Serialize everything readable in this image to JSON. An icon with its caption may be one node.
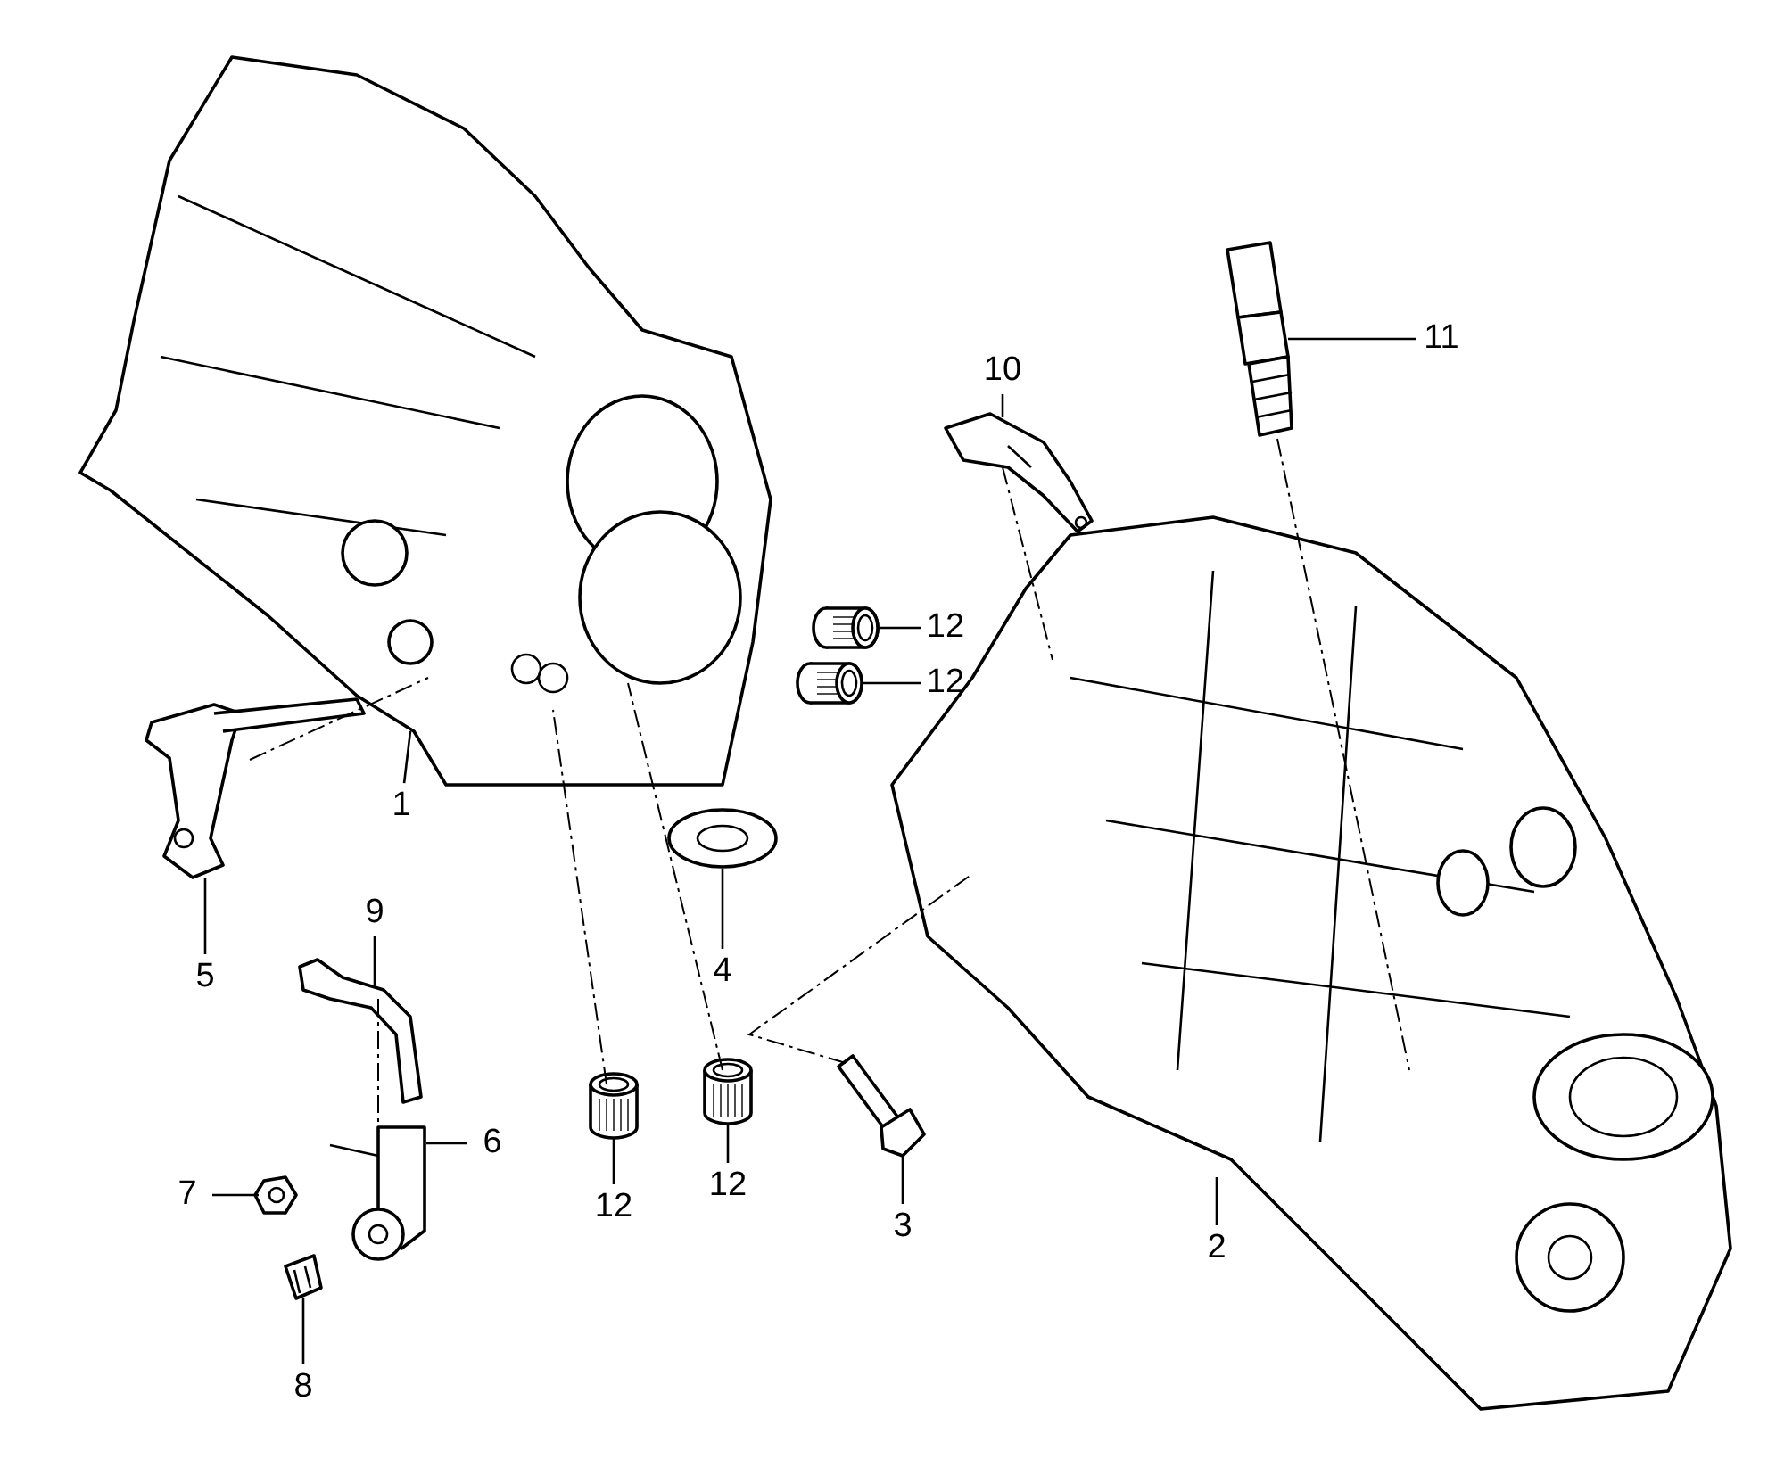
{
  "diagram": {
    "nodes": [
      {
        "text": [
          "10"
        ]
      },
      {
        "text": [
          "11"
        ]
      },
      {
        "text": [
          "12"
        ]
      },
      {
        "text": [
          "12"
        ]
      },
      {
        "text": [
          "1"
        ]
      },
      {
        "text": [
          "4"
        ]
      },
      {
        "text": [
          "5"
        ]
      },
      {
        "text": [
          "9"
        ]
      },
      {
        "text": [
          "12"
        ]
      },
      {
        "text": [
          "12"
        ]
      },
      {
        "text": [
          "6"
        ]
      },
      {
        "text": [
          "7"
        ]
      },
      {
        "text": [
          "3"
        ]
      },
      {
        "text": [
          "2"
        ]
      },
      {
        "text": [
          "8"
        ]
      },
      {
        "text": [],
        "shape": "picture"
      },
      {
        "text": [],
        "shape": "picture"
      },
      {
        "text": [],
        "shape": "picture"
      },
      {
        "text": [],
        "shape": "picture"
      },
      {
        "text": [],
        "shape": "picture"
      },
      {
        "text": [],
        "shape": "picture"
      },
      {
        "text": [],
        "shape": "picture"
      },
      {
        "text": [],
        "shape": "picture"
      },
      {
        "text": [],
        "shape": "picture"
      },
      {
        "text": [],
        "shape": "picture"
      },
      {
        "text": [],
        "shape": "picture"
      },
      {
        "text": [],
        "shape": "picture"
      },
      {
        "text": [],
        "shape": "picture"
      },
      {
        "text": [],
        "shape": "picture"
      },
      {
        "text": [],
        "shape": "picture"
      }
    ],
    "edges": [
      {
        "from": 0,
        "to": 15,
        "arrow": "none"
      },
      {
        "from": 1,
        "to": 16,
        "arrow": "none"
      },
      {
        "from": 2,
        "to": 17,
        "arrow": "none"
      },
      {
        "from": 3,
        "to": 18,
        "arrow": "none"
      },
      {
        "from": 4,
        "to": 19,
        "arrow": "none"
      },
      {
        "from": 5,
        "to": 20,
        "arrow": "none"
      },
      {
        "from": 6,
        "to": 21,
        "arrow": "none"
      },
      {
        "from": 7,
        "to": 22,
        "arrow": "none"
      },
      {
        "from": 8,
        "to": 23,
        "arrow": "none"
      },
      {
        "from": 9,
        "to": 24,
        "arrow": "none"
      },
      {
        "from": 10,
        "to": 25,
        "arrow": "none"
      },
      {
        "from": 11,
        "to": 26,
        "arrow": "none"
      },
      {
        "from": 12,
        "to": 27,
        "arrow": "none"
      },
      {
        "from": 13,
        "to": 28,
        "arrow": "none"
      },
      {
        "from": 14,
        "to": 29,
        "arrow": "none"
      },
      {
        "from": 23,
        "to": 19,
        "arrow": "none",
        "style": "dashed"
      },
      {
        "from": 24,
        "to": 19,
        "arrow": "none",
        "style": "dashed"
      },
      {
        "from": 16,
        "to": 28,
        "arrow": "none",
        "style": "dashed"
      },
      {
        "from": 27,
        "to": 28,
        "arrow": "none",
        "style": "dashed"
      },
      {
        "from": 15,
        "to": 28,
        "arrow": "none",
        "style": "dashed"
      },
      {
        "from": 22,
        "to": 25,
        "arrow": "none",
        "style": "dashed"
      },
      {
        "from": 21,
        "to": 19,
        "arrow": "none",
        "style": "dashed"
      }
    ]
  }
}
